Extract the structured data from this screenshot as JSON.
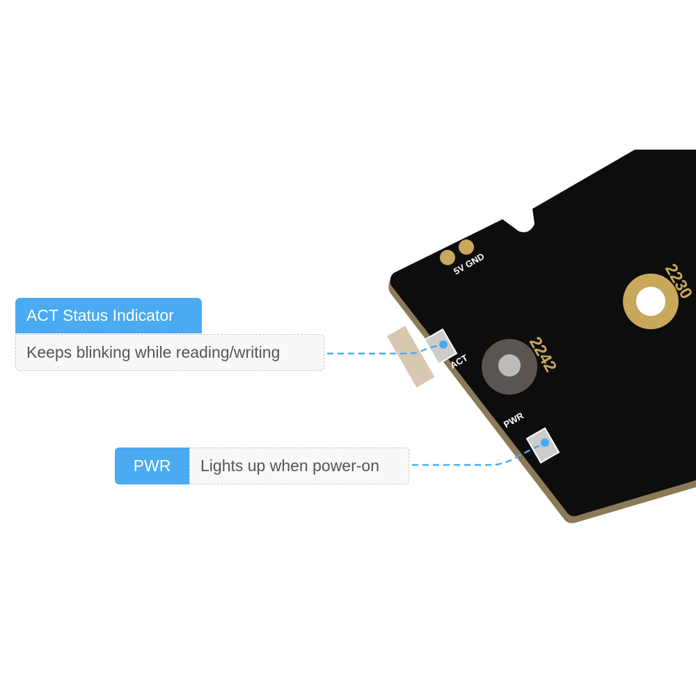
{
  "colors": {
    "accent": "#4aaaf2",
    "pcb": "#0d0d0d",
    "silk_gold": "#c9a85c",
    "desc_text": "#555555"
  },
  "callouts": {
    "act": {
      "title": "ACT Status Indicator",
      "description": "Keeps blinking while reading/writing"
    },
    "pwr": {
      "title": "PWR",
      "description": "Lights up when power-on"
    }
  },
  "board": {
    "silkscreen": {
      "pads": "5V GND",
      "act": "ACT",
      "pwr": "PWR",
      "size_2242": "2242",
      "size_2230": "2230"
    }
  }
}
